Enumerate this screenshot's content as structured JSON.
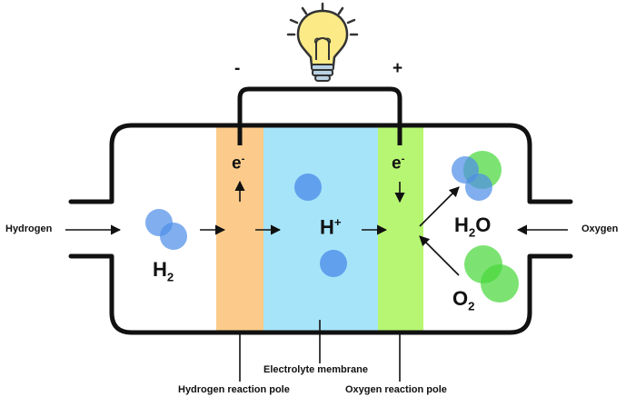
{
  "inputs": {
    "hydrogen": "Hydrogen",
    "oxygen": "Oxygen"
  },
  "terminals": {
    "negative": "-",
    "positive": "+"
  },
  "species": {
    "h2": {
      "base": "H",
      "sub": "2"
    },
    "h_plus": {
      "base": "H",
      "sup": "+"
    },
    "electron_left": {
      "base": "e",
      "sup": "-"
    },
    "electron_right": {
      "base": "e",
      "sup": "-"
    },
    "h2o": {
      "pre": "H",
      "sub": "2",
      "post": "O"
    },
    "o2": {
      "base": "O",
      "sub": "2"
    }
  },
  "labels": {
    "electrolyte": "Electrolyte membrane",
    "hydrogen_pole": "Hydrogen reaction pole",
    "oxygen_pole": "Oxygen reaction pole"
  },
  "icons": [
    "light-bulb-icon"
  ],
  "colors": {
    "hydrogen_pole": "#fccb8b",
    "electrolyte": "#a6e4fa",
    "oxygen_pole": "#b6f672",
    "hydrogen_atom": "#4f8fe8",
    "oxygen_atom": "#49d83c",
    "bulb": "#fbea86"
  }
}
